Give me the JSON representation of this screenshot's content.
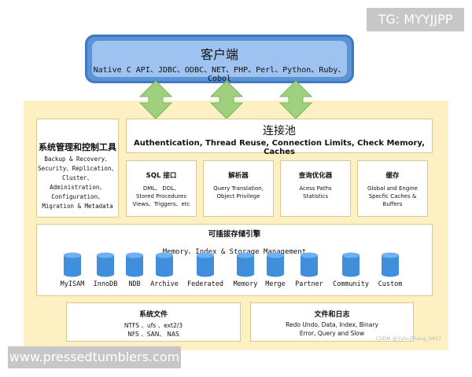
{
  "watermark_top": "TG: MYYJJPP",
  "client": {
    "title": "客户端",
    "apis": "Native C API、JDBC、ODBC、NET、PHP、Perl、Python、Ruby、Cobol"
  },
  "connection_pool": {
    "title": "连接池",
    "features": "Authentication, Thread Reuse, Connection Limits, Check Memory, Caches"
  },
  "management": {
    "title": "系统管理和控制工具",
    "items": [
      "Backup & Recovery、",
      "Security、Replication、",
      "Cluster、",
      "Administration、",
      "Configuration、",
      "Migration & Metadata"
    ]
  },
  "services": [
    {
      "title": "SQL 接口",
      "desc": [
        "DML、 DDL、",
        "Stored Procedures",
        "Views、Triggers、etc"
      ]
    },
    {
      "title": "解析器",
      "desc": [
        "Query Translation,",
        "Object Privilege"
      ]
    },
    {
      "title": "查询优化器",
      "desc": [
        "Acess Paths",
        "Statistics"
      ]
    },
    {
      "title": "缓存",
      "desc": [
        "Global and Engine",
        "Specfic Caches &",
        "Buffers"
      ]
    }
  ],
  "storage_engine": {
    "title": "可插拔存储引擎",
    "subtitle": "Memory、Index & Storage Management",
    "engines": [
      "MyISAM",
      "InnoDB",
      "NDB",
      "Archive",
      "Federated",
      "Memory",
      "Merge",
      "Partner",
      "Community",
      "Custom"
    ]
  },
  "system_files": {
    "title": "系统文件",
    "lines": [
      "NTFS 、ufs 、ext2/3",
      "NFS 、SAN、 NAS"
    ]
  },
  "files_logs": {
    "title": "文件和日志",
    "lines": [
      "Redo Undo, Data, Index, Binary",
      "Error, Query and Slow"
    ]
  },
  "csdn_watermark": "CSDN @YylinZhang_0817",
  "watermark_bottom": "www.pressedtumblers.com",
  "colors": {
    "client_border": "#3f79c6",
    "client_fill": "#9fc3f0",
    "server_bg": "#fdf0c3",
    "arrow": "#9fd07f",
    "cylinder": "#3f8fdc"
  }
}
